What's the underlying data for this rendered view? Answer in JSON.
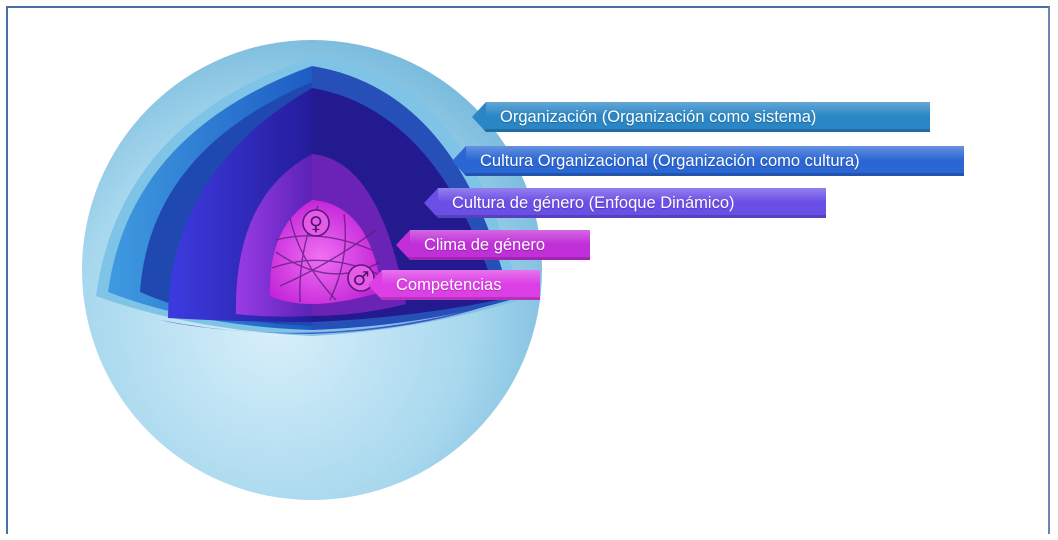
{
  "layers": [
    {
      "label": "Organización (Organización como sistema)",
      "color": "#2a86c4"
    },
    {
      "label": "Cultura Organizacional (Organización como cultura)",
      "color": "#2b67d4"
    },
    {
      "label": "Cultura de género (Enfoque Dinámico)",
      "color": "#6a4fe6"
    },
    {
      "label": "Clima de género",
      "color": "#c12fd8"
    },
    {
      "label": "Competencias",
      "color": "#dd3fe6"
    }
  ],
  "icons": [
    "female-symbol-icon",
    "male-symbol-icon"
  ],
  "colors": {
    "sphere_outer": "#a8d8ee",
    "frame_border": "#4a6fa5"
  }
}
